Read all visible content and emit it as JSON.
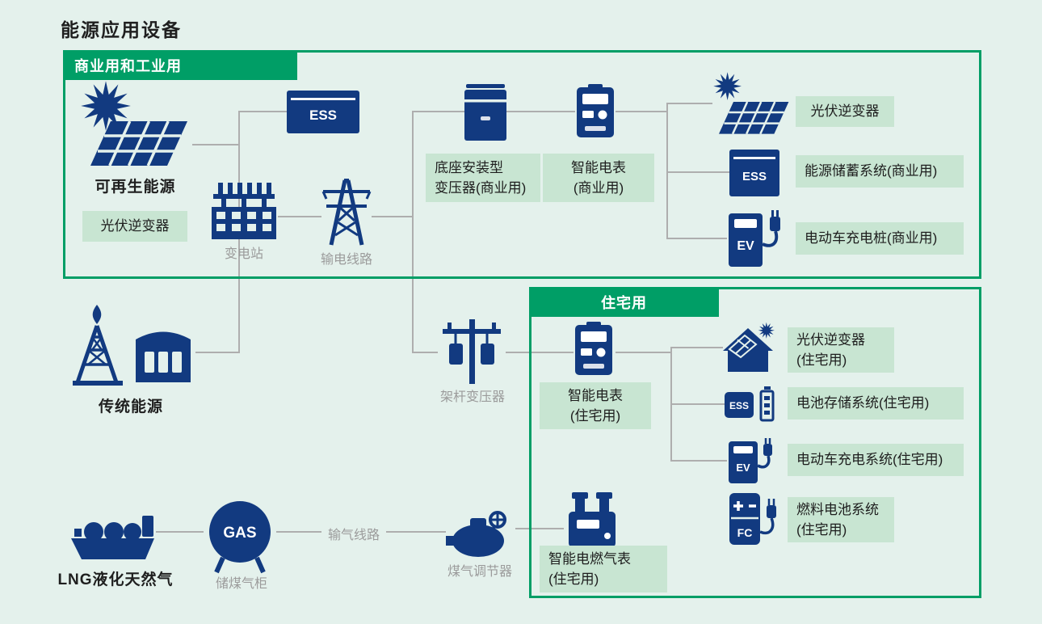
{
  "title": "能源应用设备",
  "colors": {
    "navy": "#123a80",
    "green": "#009e66",
    "label_bg": "#c8e5d2",
    "background": "#e4f1ec",
    "line": "#aeaeae",
    "muted_text": "#9b9b9b"
  },
  "sections": {
    "commercial": {
      "header": "商业用和工业用"
    },
    "residential": {
      "header": "住宅用"
    }
  },
  "nodes": {
    "renewable": {
      "label": "可再生能源",
      "tag": "光伏逆变器"
    },
    "ess_main": {
      "text": "ESS"
    },
    "substation": {
      "label": "变电站"
    },
    "transmission": {
      "label": "输电线路"
    },
    "pad_transformer": {
      "tag_line1": "底座安装型",
      "tag_line2": "变压器(商业用)"
    },
    "smart_meter_commercial": {
      "tag_line1": "智能电表",
      "tag_line2": "(商业用)"
    },
    "pv_inverter_commercial": {
      "tag": "光伏逆变器"
    },
    "storage_commercial": {
      "icon_text": "ESS",
      "tag": "能源储蓄系统(商业用)"
    },
    "ev_commercial": {
      "icon_text": "EV",
      "tag": "电动车充电桩(商业用)"
    },
    "traditional": {
      "label": "传统能源"
    },
    "pole_transformer": {
      "label": "架杆变压器"
    },
    "smart_meter_residential": {
      "tag_line1": "智能电表",
      "tag_line2": "(住宅用)"
    },
    "pv_inverter_residential": {
      "tag_line1": "光伏逆变器",
      "tag_line2": "(住宅用)"
    },
    "battery_residential": {
      "icon_text": "ESS",
      "tag": "电池存储系统(住宅用)"
    },
    "ev_residential": {
      "icon_text": "EV",
      "tag": "电动车充电系统(住宅用)"
    },
    "fuel_cell": {
      "icon_text": "FC",
      "tag_line1": "燃料电池系统",
      "tag_line2": "(住宅用)"
    },
    "gas_meter": {
      "tag_line1": "智能电燃气表",
      "tag_line2": "(住宅用)"
    },
    "lng": {
      "label": "LNG液化天然气"
    },
    "gas_tank": {
      "icon_text": "GAS",
      "label": "储煤气柜"
    },
    "pipeline": {
      "label": "输气线路"
    },
    "regulator": {
      "label": "煤气调节器"
    }
  }
}
